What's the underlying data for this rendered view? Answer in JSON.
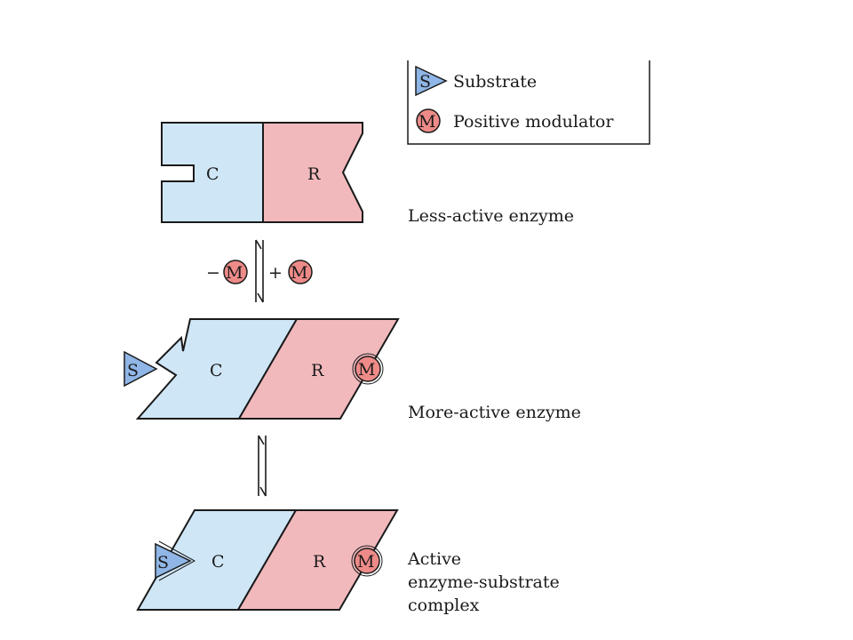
{
  "legend": {
    "substrate_symbol": "S",
    "substrate_label": "Substrate",
    "modulator_symbol": "M",
    "modulator_label": "Positive modulator"
  },
  "states": [
    {
      "c_label": "C",
      "r_label": "R",
      "caption": [
        "Less-active enzyme"
      ]
    },
    {
      "c_label": "C",
      "r_label": "R",
      "caption": [
        "More-active enzyme"
      ]
    },
    {
      "c_label": "C",
      "r_label": "R",
      "caption": [
        "Active",
        "enzyme-substrate",
        "complex"
      ]
    }
  ],
  "transitions": {
    "remove_sign": "−",
    "add_sign": "+",
    "modulator_symbol": "M",
    "substrate_symbol": "S"
  },
  "colors": {
    "catalytic": "#cfe6f7",
    "regulatory": "#f2b9bd",
    "modulator": "#ee8b88",
    "substrate": "#8fb6e6"
  }
}
